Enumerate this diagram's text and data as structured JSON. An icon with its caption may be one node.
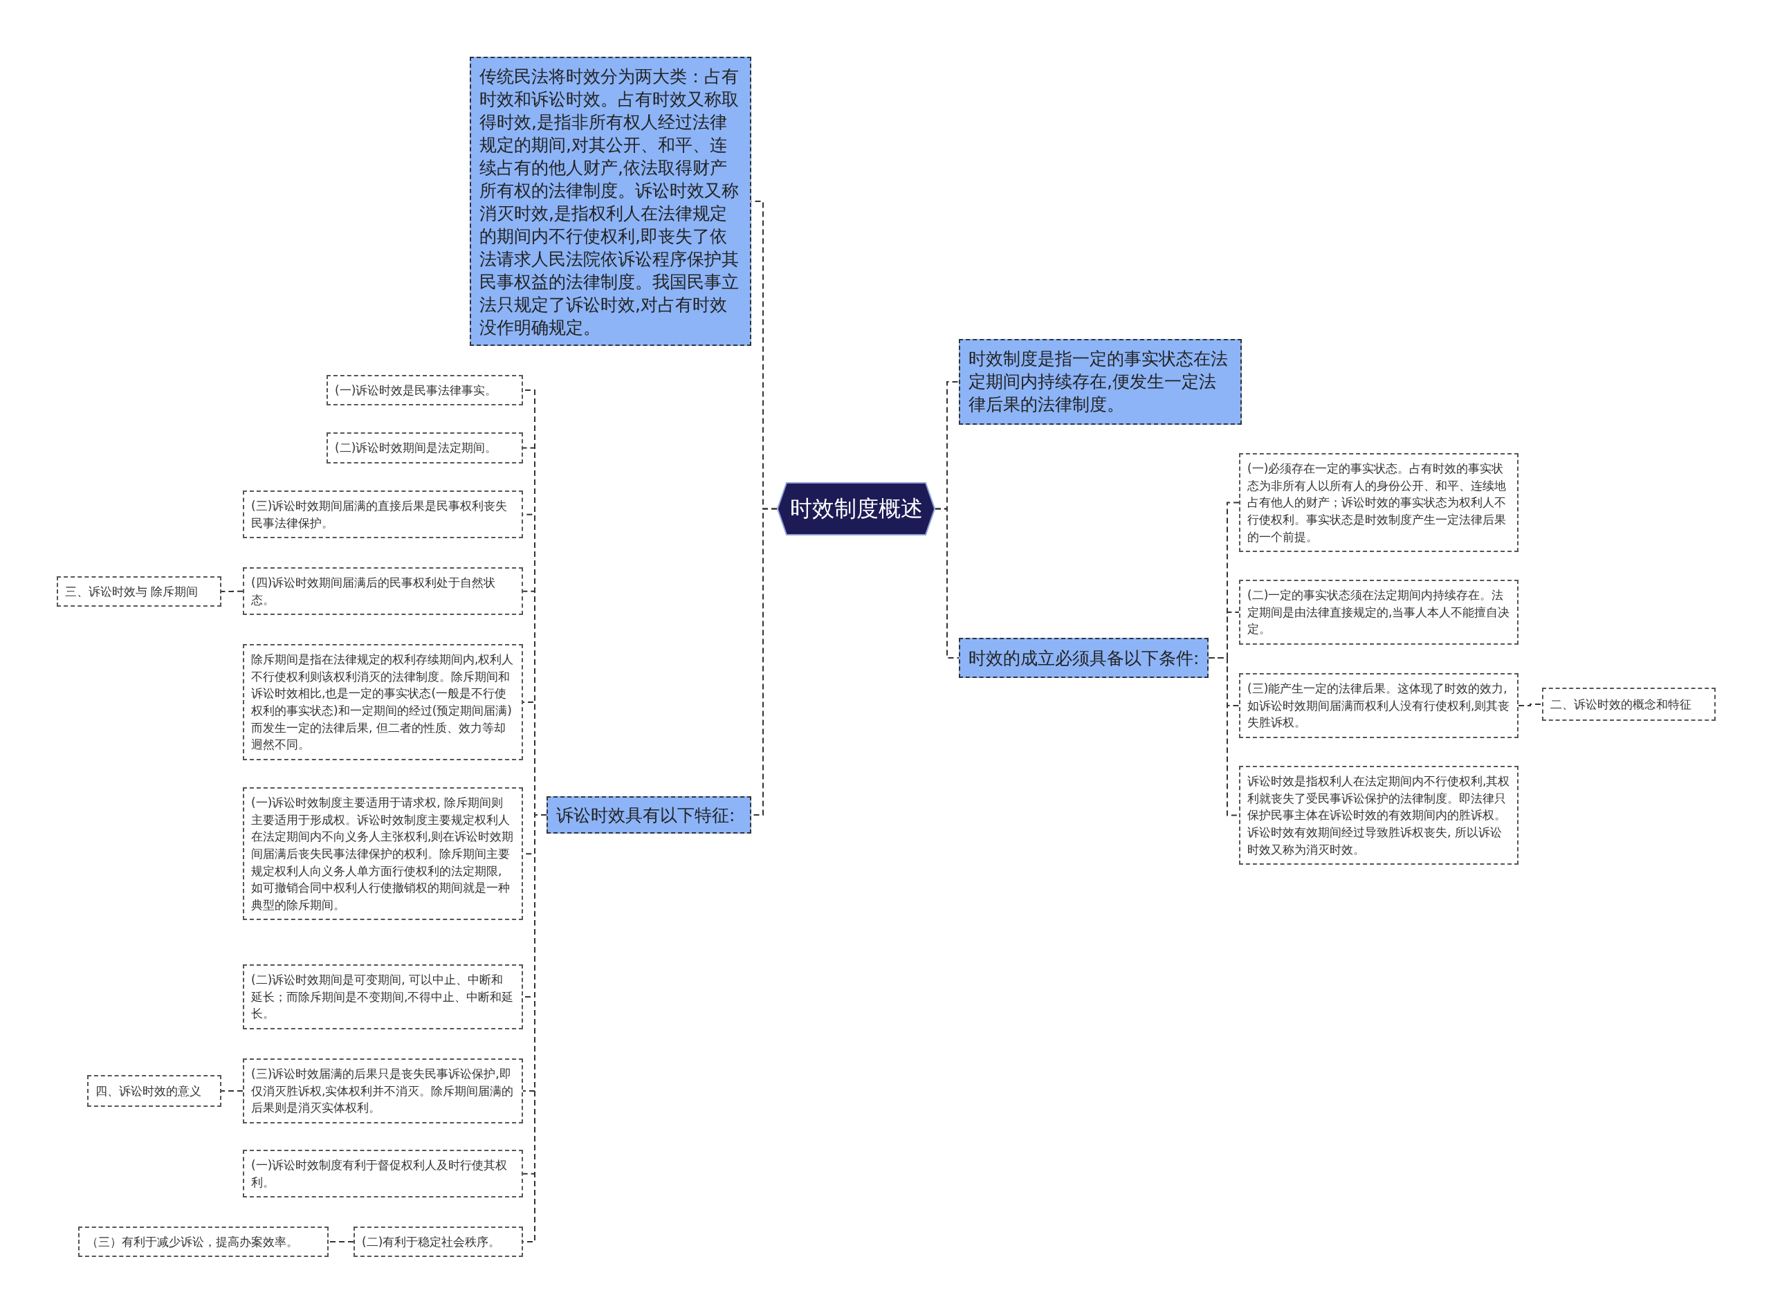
{
  "diagram": {
    "nodes": [
      {
        "text": [
          "时效制度概述"
        ]
      },
      {
        "text": [
          "传统民法将时效分为两大类：占有时效和诉讼时效。占有时效又称取得时效,是指非所有权人经过法律规定的期间,对其公开、和平、连续占有的他人财产,依法取得财产所有权的法律制度。诉讼时效又称消灭时效,是指权利人在法律规定的期间内不行使权利,即丧失了依法请求人民法院依诉讼程序保护其民事权益的法律制度。我国民事立法只规定了诉讼时效,对占有时效没作明确规定。"
        ]
      },
      {
        "text": [
          "诉讼时效具有以下特征:"
        ]
      },
      {
        "text": [
          "时效制度是指一定的事实状态在法定期间内持续存在,便发生一定法律后果的法律制度。"
        ]
      },
      {
        "text": [
          "时效的成立必须具备以下条件:"
        ]
      },
      {
        "text": [
          "(一)必须存在一定的事实状态。占有时效的事实状态为非所有人以所有人的身份公开、和平、连续地占有他人的财产；诉讼时效的事实状态为权利人不行使权利。事实状态是时效制度产生一定法律后果的一个前提。"
        ]
      },
      {
        "text": [
          "(二)一定的事实状态须在法定期间内持续存在。法定期间是由法律直接规定的,当事人本人不能擅自决定。"
        ]
      },
      {
        "text": [
          "(三)能产生一定的法律后果。这体现了时效的效力,如诉讼时效期间届满而权利人没有行使权利,则其丧失胜诉权。"
        ]
      },
      {
        "text": [
          "诉讼时效是指权利人在法定期间内不行使权利,其权利就丧失了受民事诉讼保护的法律制度。即法律只保护民事主体在诉讼时效的有效期间内的胜诉权。诉讼时效有效期间经过导致胜诉权丧失, 所以诉讼时效又称为消灭时效。"
        ]
      },
      {
        "text": [
          "二、诉讼时效的概念和特征"
        ]
      },
      {
        "text": [
          "(一)诉讼时效是民事法律事实。"
        ]
      },
      {
        "text": [
          "(二)诉讼时效期间是法定期间。"
        ]
      },
      {
        "text": [
          "(三)诉讼时效期间届满的直接后果是民事权利丧失民事法律保护。"
        ]
      },
      {
        "text": [
          "(四)诉讼时效期间届满后的民事权利处于自然状态。"
        ]
      },
      {
        "text": [
          "三、诉讼时效与 除斥期间"
        ]
      },
      {
        "text": [
          "除斥期间是指在法律规定的权利存续期间内,权利人不行使权利则该权利消灭的法律制度。除斥期间和诉讼时效相比,也是一定的事实状态(一般是不行使权利的事实状态)和一定期间的经过(预定期间届满)而发生一定的法律后果, 但二者的性质、效力等却迥然不同。"
        ]
      },
      {
        "text": [
          "(一)诉讼时效制度主要适用于请求权, 除斥期间则主要适用于形成权。诉讼时效制度主要规定权利人在法定期间内不向义务人主张权利,则在诉讼时效期间届满后丧失民事法律保护的权利。除斥期间主要规定权利人向义务人单方面行使权利的法定期限, 如可撤销合同中权利人行使撤销权的期间就是一种典型的除斥期间。"
        ]
      },
      {
        "text": [
          "(二)诉讼时效期间是可变期间, 可以中止、中断和延长；而除斥期间是不变期间,不得中止、中断和延长。"
        ]
      },
      {
        "text": [
          "(三)诉讼时效届满的后果只是丧失民事诉讼保护,即仅消灭胜诉权,实体权利并不消灭。除斥期间届满的后果则是消灭实体权利。"
        ]
      },
      {
        "text": [
          "四、诉讼时效的意义"
        ]
      },
      {
        "text": [
          "(一)诉讼时效制度有利于督促权利人及时行使其权利。"
        ]
      },
      {
        "text": [
          "(二)有利于稳定社会秩序。"
        ]
      },
      {
        "text": [
          "（三）有利于减少诉讼，提高办案效率。"
        ]
      }
    ],
    "edges": [
      {
        "from": 0,
        "to": 1,
        "arrow": "none",
        "style": "dashed"
      },
      {
        "from": 0,
        "to": 2,
        "arrow": "none",
        "style": "dashed"
      },
      {
        "from": 0,
        "to": 3,
        "arrow": "none",
        "style": "dashed"
      },
      {
        "from": 0,
        "to": 4,
        "arrow": "none",
        "style": "dashed"
      },
      {
        "from": 4,
        "to": 5,
        "arrow": "none",
        "style": "dashed"
      },
      {
        "from": 4,
        "to": 6,
        "arrow": "none",
        "style": "dashed"
      },
      {
        "from": 4,
        "to": 7,
        "arrow": "none",
        "style": "dashed"
      },
      {
        "from": 4,
        "to": 8,
        "arrow": "none",
        "style": "dashed"
      },
      {
        "from": 7,
        "to": 9,
        "arrow": "none",
        "style": "dashed"
      },
      {
        "from": 2,
        "to": 10,
        "arrow": "none",
        "style": "dashed"
      },
      {
        "from": 2,
        "to": 11,
        "arrow": "none",
        "style": "dashed"
      },
      {
        "from": 2,
        "to": 12,
        "arrow": "none",
        "style": "dashed"
      },
      {
        "from": 2,
        "to": 13,
        "arrow": "none",
        "style": "dashed"
      },
      {
        "from": 13,
        "to": 14,
        "arrow": "none",
        "style": "dashed"
      },
      {
        "from": 2,
        "to": 15,
        "arrow": "none",
        "style": "dashed"
      },
      {
        "from": 2,
        "to": 16,
        "arrow": "none",
        "style": "dashed"
      },
      {
        "from": 2,
        "to": 17,
        "arrow": "none",
        "style": "dashed"
      },
      {
        "from": 2,
        "to": 18,
        "arrow": "none",
        "style": "dashed"
      },
      {
        "from": 18,
        "to": 19,
        "arrow": "none",
        "style": "dashed"
      },
      {
        "from": 2,
        "to": 20,
        "arrow": "none",
        "style": "dashed"
      },
      {
        "from": 2,
        "to": 21,
        "arrow": "none",
        "style": "dashed"
      },
      {
        "from": 21,
        "to": 22,
        "arrow": "none",
        "style": "dashed"
      }
    ]
  }
}
